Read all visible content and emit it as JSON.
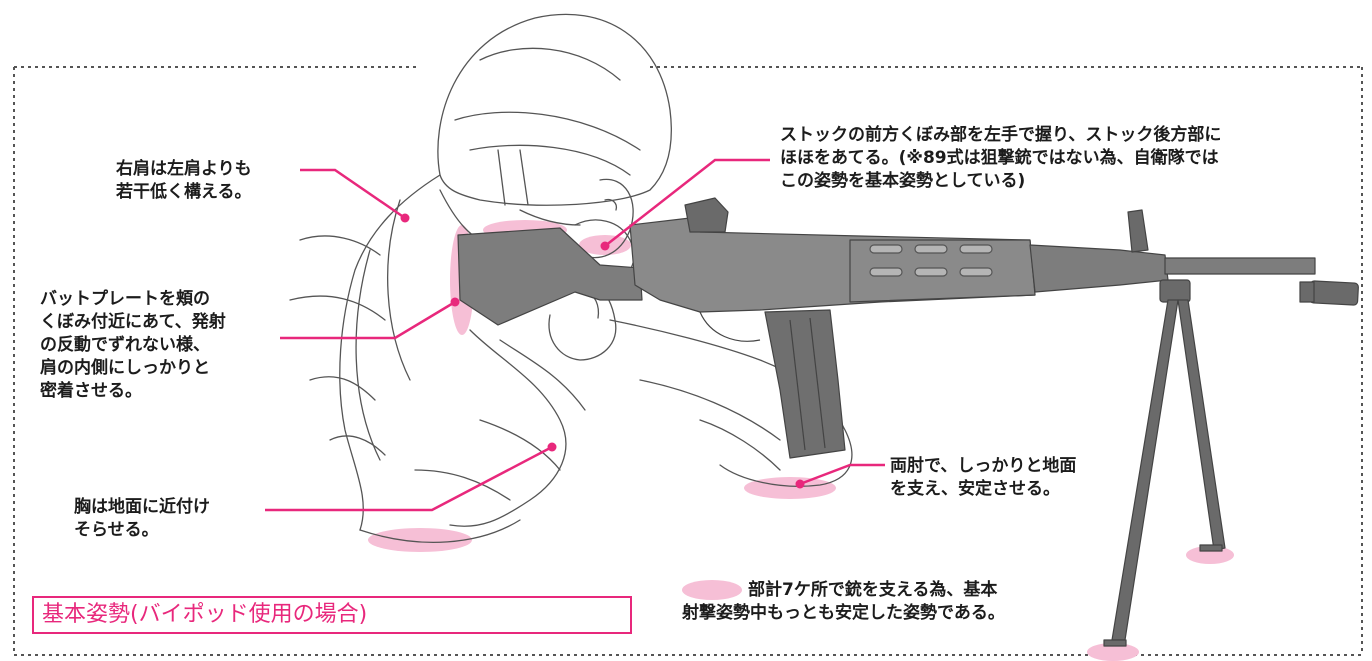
{
  "title": "基本姿勢(バイポッド使用の場合)",
  "annotations": {
    "shoulder": [
      "右肩は左肩よりも",
      "若干低く構える。"
    ],
    "stock_grip": [
      "ストックの前方くぼみ部を左手で握り、ストック後方部に",
      "ほほをあてる。(※89式は狙撃銃ではない為、自衛隊では",
      "この姿勢を基本姿勢としている)"
    ],
    "buttplate": [
      "バットプレートを頬の",
      "くぼみ付近にあて、発射",
      "の反動でずれない様、",
      "肩の内側にしっかりと",
      "密着させる。"
    ],
    "chest": [
      "胸は地面に近付け",
      "そらせる。"
    ],
    "elbows": [
      "両肘で、しっかりと地面",
      "を支え、安定させる。"
    ],
    "legend": [
      "部計7ケ所で銃を支える為、基本",
      "射撃姿勢中もっとも安定した姿勢である。"
    ]
  },
  "colors": {
    "accent": "#e8287c",
    "contact_highlight": "#f6bfd6",
    "rifle": "#7d7d7d",
    "rifle_dark": "#5f5f5f",
    "outline": "#555555",
    "frame": "#555555",
    "text": "#1c1c1c"
  }
}
